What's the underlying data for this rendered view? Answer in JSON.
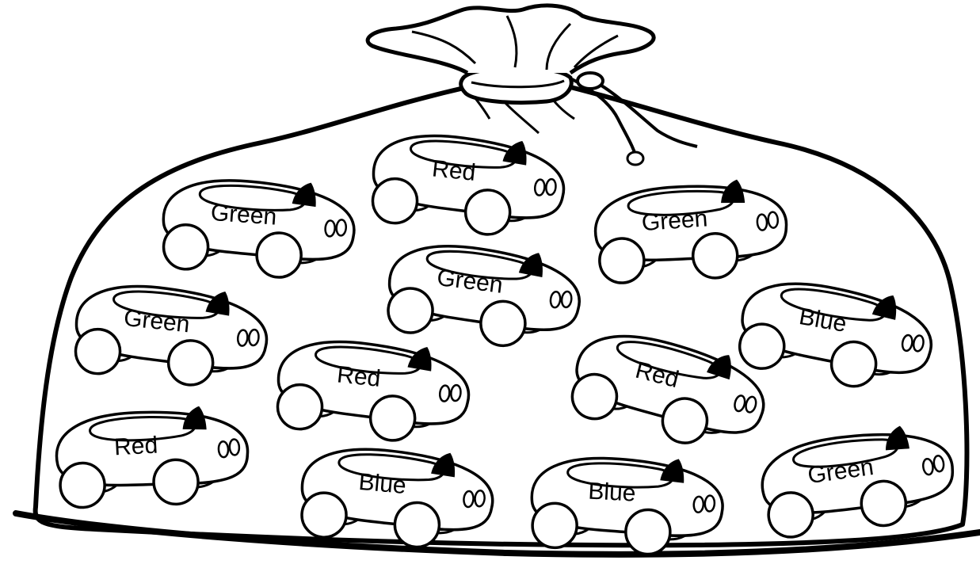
{
  "picture": "sack-of-toy-cars-coloring-sheet",
  "colors": {
    "ink": "#000000",
    "paper": "#ffffff"
  },
  "cars": [
    {
      "id": "car-1",
      "label": "Red"
    },
    {
      "id": "car-2",
      "label": "Green"
    },
    {
      "id": "car-3",
      "label": "Green"
    },
    {
      "id": "car-4",
      "label": "Green"
    },
    {
      "id": "car-5",
      "label": "Green"
    },
    {
      "id": "car-6",
      "label": "Blue"
    },
    {
      "id": "car-7",
      "label": "Red"
    },
    {
      "id": "car-8",
      "label": "Red"
    },
    {
      "id": "car-9",
      "label": "Red"
    },
    {
      "id": "car-10",
      "label": "Blue"
    },
    {
      "id": "car-11",
      "label": "Blue"
    },
    {
      "id": "car-12",
      "label": "Green"
    }
  ]
}
